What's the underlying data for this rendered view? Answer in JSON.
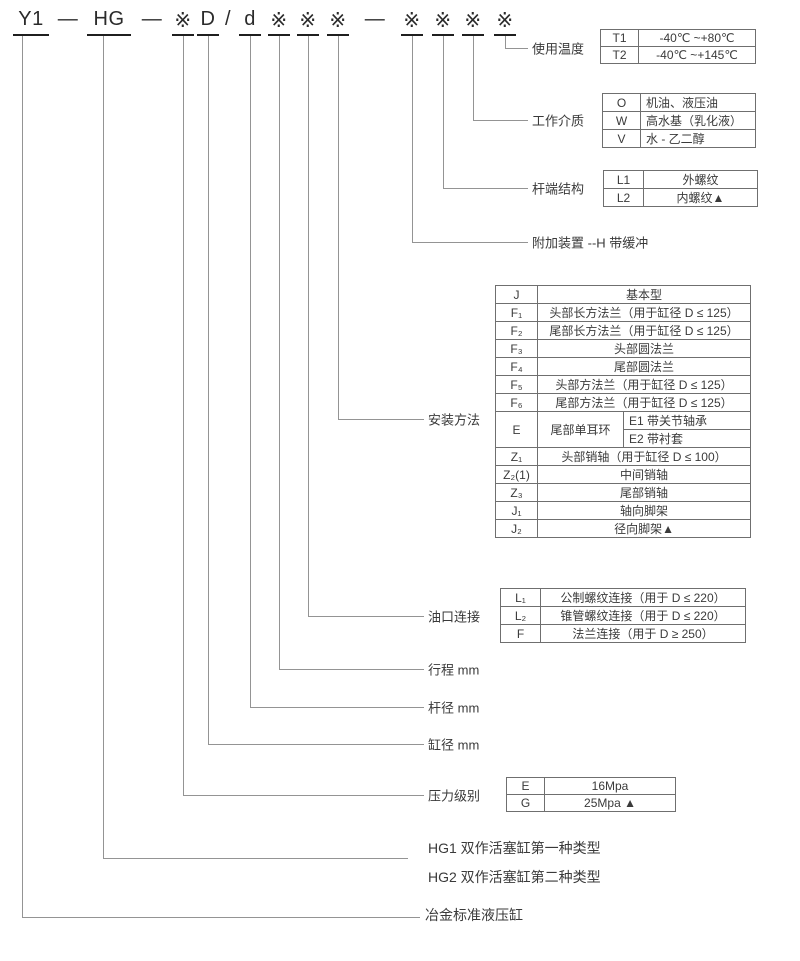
{
  "colors": {
    "line": "#949494",
    "underline": "#1f1f1f",
    "text": "#3a3a3a",
    "table_border": "#6f6f6f"
  },
  "code": {
    "segments": [
      "Y1",
      "—",
      "HG",
      "—",
      "※",
      "D",
      "/",
      "d",
      "※",
      "※",
      "※",
      "—",
      "※",
      "※",
      "※",
      "※"
    ]
  },
  "labels": {
    "temperature": "使用温度",
    "medium": "工作介质",
    "rod_end": "杆端结构",
    "attachment": "附加装置 --H 带缓冲",
    "mounting": "安装方法",
    "port": "油口连接",
    "stroke": "行程 mm",
    "rod_dia": "杆径 mm",
    "bore": "缸径 mm",
    "pressure": "压力级别",
    "hg1": "HG1 双作活塞缸第一种类型",
    "hg2": "HG2 双作活塞缸第二种类型",
    "standard": "冶金标准液压缸"
  },
  "tables": {
    "temperature": {
      "rows": [
        {
          "code": "T1",
          "desc": "-40℃ ~+80℃"
        },
        {
          "code": "T2",
          "desc": "-40℃ ~+145℃"
        }
      ]
    },
    "medium": {
      "rows": [
        {
          "code": "O",
          "desc": "机油、液压油"
        },
        {
          "code": "W",
          "desc": "高水基（乳化液）"
        },
        {
          "code": "V",
          "desc": "水 - 乙二醇"
        }
      ]
    },
    "rod_end": {
      "rows": [
        {
          "code": "L1",
          "desc": "外螺纹"
        },
        {
          "code": "L2",
          "desc": "内螺纹▲"
        }
      ]
    },
    "mounting": {
      "rows_top": [
        {
          "code": "J",
          "desc": "基本型"
        },
        {
          "code": "F₁",
          "desc": "头部长方法兰（用于缸径 D ≤ 125）"
        },
        {
          "code": "F₂",
          "desc": "尾部长方法兰（用于缸径 D ≤ 125）"
        },
        {
          "code": "F₃",
          "desc": "头部圆法兰"
        },
        {
          "code": "F₄",
          "desc": "尾部圆法兰"
        },
        {
          "code": "F₅",
          "desc": "头部方法兰（用于缸径 D ≤ 125）"
        },
        {
          "code": "F₆",
          "desc": "尾部方法兰（用于缸径 D ≤ 125）"
        }
      ],
      "e_row": {
        "code": "E",
        "mid": "尾部单耳环",
        "sub1": "E1 带关节轴承",
        "sub2": "E2 带衬套"
      },
      "rows_bottom": [
        {
          "code": "Z₁",
          "desc": "头部销轴（用于缸径 D ≤ 100）"
        },
        {
          "code": "Z₂(1)",
          "desc": "中间销轴"
        },
        {
          "code": "Z₃",
          "desc": "尾部销轴"
        },
        {
          "code": "J₁",
          "desc": "轴向脚架"
        },
        {
          "code": "J₂",
          "desc": "径向脚架▲"
        }
      ]
    },
    "port": {
      "rows": [
        {
          "code": "L₁",
          "desc": "公制螺纹连接（用于 D ≤ 220）"
        },
        {
          "code": "L₂",
          "desc": "锥管螺纹连接（用于 D ≤ 220）"
        },
        {
          "code": "F",
          "desc": "法兰连接（用于 D ≥ 250）"
        }
      ]
    },
    "pressure": {
      "rows": [
        {
          "code": "E",
          "desc": "16Mpa"
        },
        {
          "code": "G",
          "desc": "25Mpa ▲"
        }
      ]
    }
  }
}
